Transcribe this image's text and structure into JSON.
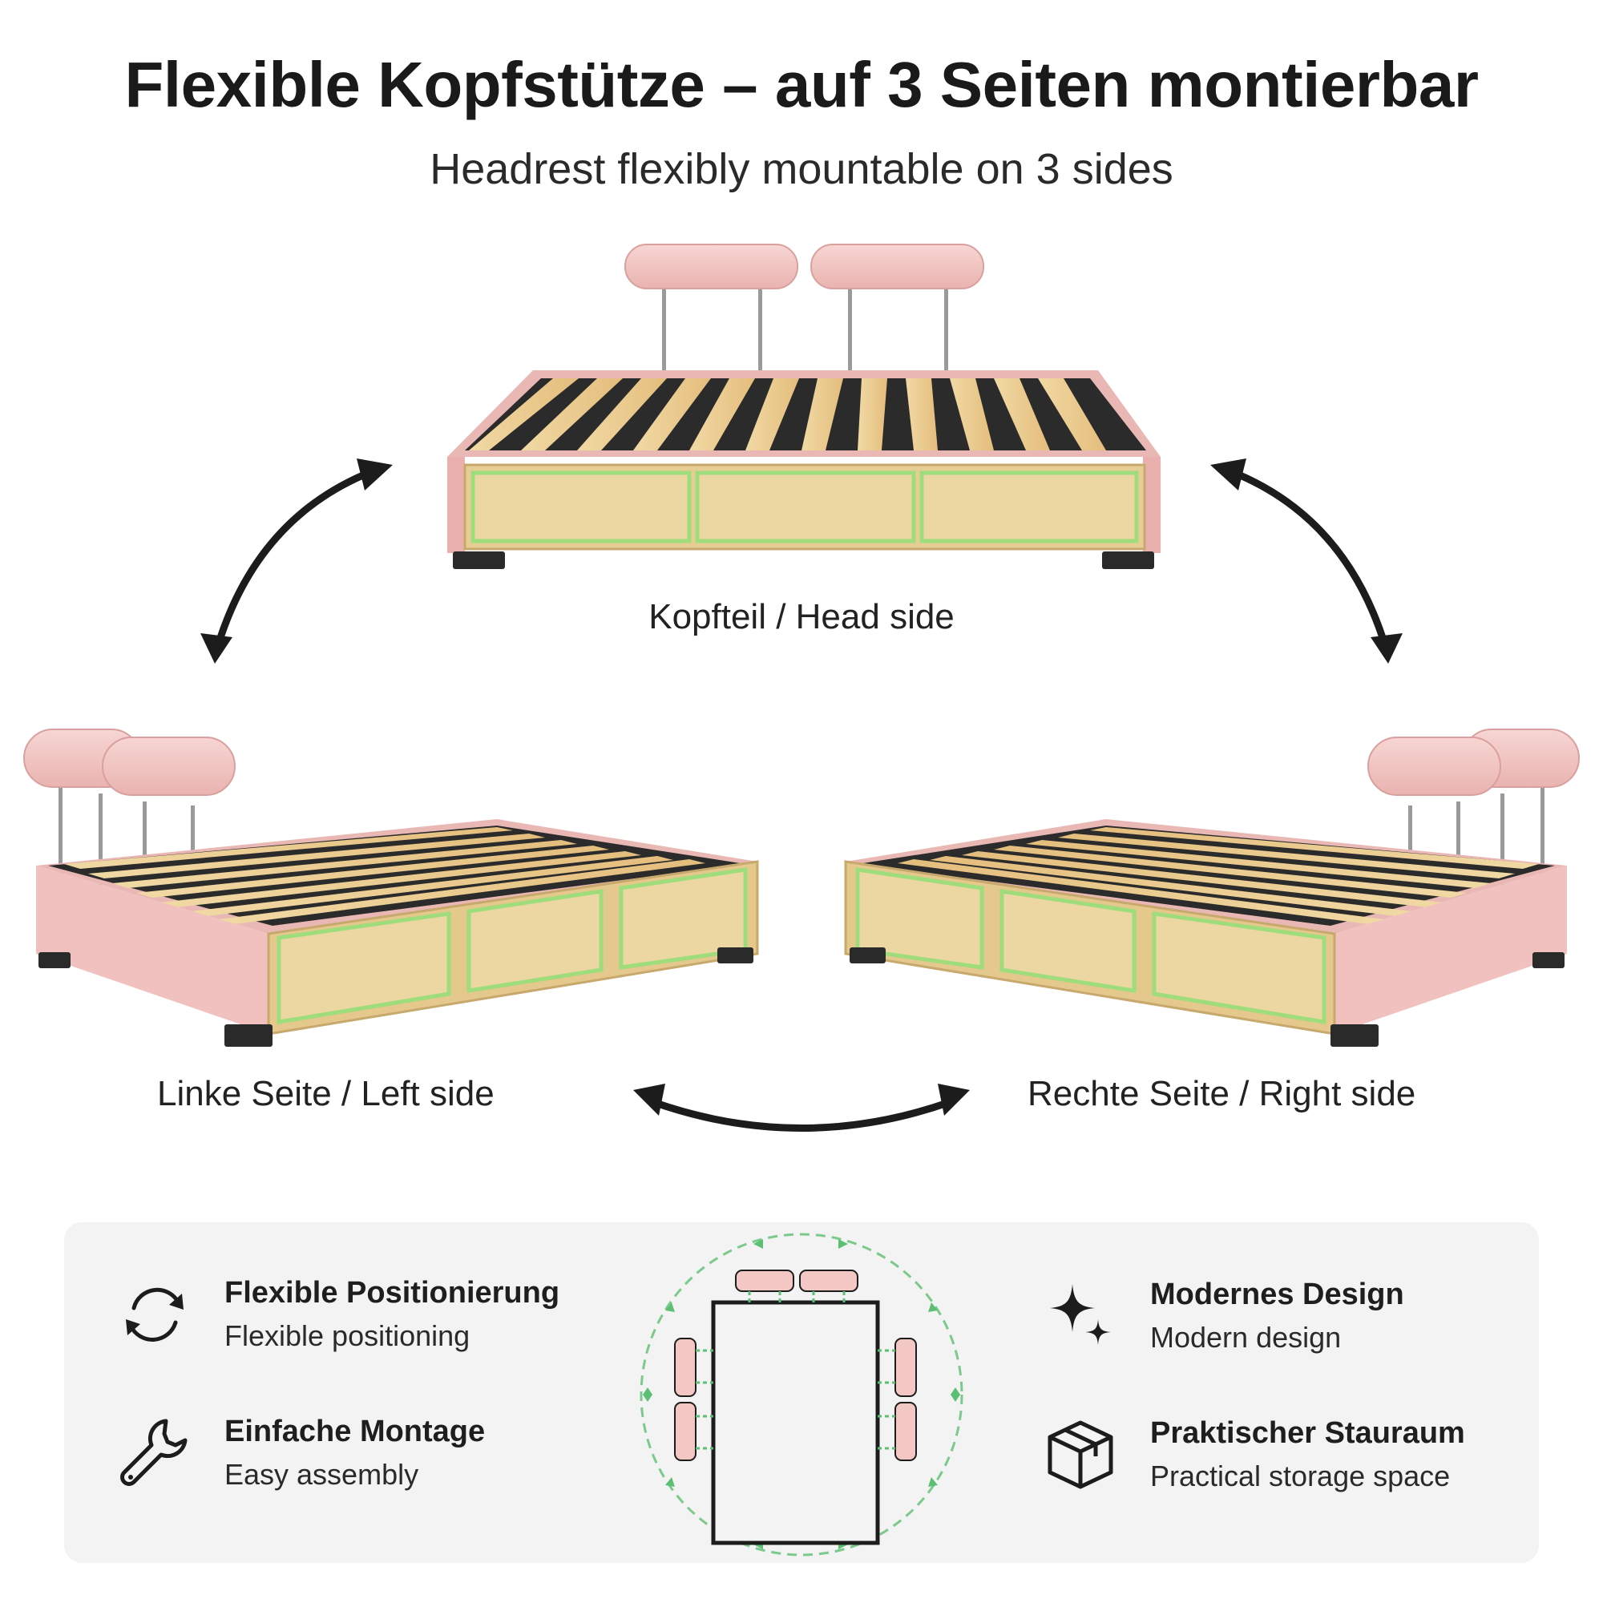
{
  "header": {
    "title": "Flexible Kopfstütze – auf 3 Seiten montierbar",
    "subtitle": "Headrest flexibly mountable on 3 sides"
  },
  "captions": {
    "head": "Kopfteil / Head side",
    "left": "Linke Seite / Left side",
    "right": "Rechte Seite / Right side"
  },
  "features": [
    {
      "de": "Flexible Positionierung",
      "en": "Flexible positioning",
      "icon": "rotate-arrows-icon"
    },
    {
      "de": "Einfache Montage",
      "en": "Easy assembly",
      "icon": "wrench-icon"
    },
    {
      "de": "Modernes Design",
      "en": "Modern design",
      "icon": "sparkle-icon"
    },
    {
      "de": "Praktischer Stauraum",
      "en": "Practical storage space",
      "icon": "box-icon"
    }
  ],
  "colors": {
    "pink": "#f2c7c4",
    "wood": "#e9c98d",
    "led_green": "#7ed957",
    "leg": "#2a2a2a",
    "accent_green": "#5cbf73"
  }
}
